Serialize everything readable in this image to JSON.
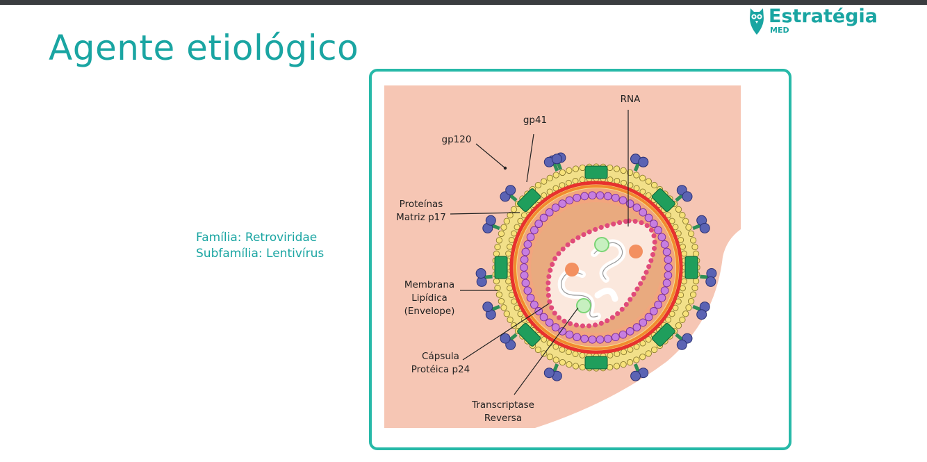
{
  "header": {
    "title": "Agente etiológico",
    "logo": {
      "name": "Estratégia",
      "subtitle": "MED",
      "icon": "owl-icon"
    }
  },
  "info": {
    "familia": "Família: Retroviridae",
    "subfamilia": "Subfamília: Lentivírus"
  },
  "diagram": {
    "labels": {
      "rna": "RNA",
      "gp41": "gp41",
      "gp120": "gp120",
      "proteinas_1": "Proteínas",
      "proteinas_2": "Matriz p17",
      "membrana_1": "Membrana",
      "membrana_2": "Lipídica",
      "membrana_3": "(Envelope)",
      "capsula_1": "Cápsula",
      "capsula_2": "Protéica p24",
      "transcriptase_1": "Transcriptase",
      "transcriptase_2": "Reversa"
    },
    "colors": {
      "accent": "#1aa5a2",
      "frame": "#27b9a8",
      "background": "#f6c6b4",
      "lipid": "#f2e089",
      "gp41": "#1f9e5c",
      "gp120": "#5b63b3",
      "matrix": "#e8312e",
      "capsid": "#a84ac2",
      "core": "#e9aa7f",
      "rna_shell": "#e04b7a",
      "enzyme_orange": "#f39060",
      "enzyme_green": "#a8e6a0"
    }
  }
}
